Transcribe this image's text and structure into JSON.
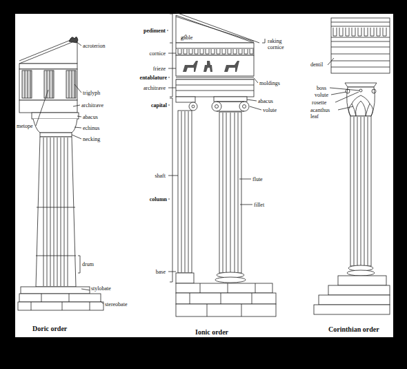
{
  "diagram": {
    "labels": [
      "acroterion",
      "triglyph",
      "metope",
      "architrave",
      "abacus",
      "echinus",
      "necking",
      "drum",
      "stylobate",
      "stereobate",
      "Doric order",
      "pediment",
      "gable",
      "raking cornice",
      "cornice",
      "frieze",
      "entablature",
      "architrave",
      "moldings",
      "capital",
      "abacus",
      "volute",
      "shaft",
      "flute",
      "column",
      "fillet",
      "base",
      "Ionic order",
      "dentil",
      "boss",
      "volute",
      "rosette",
      "acanthus leaf",
      "Corinthian order"
    ]
  }
}
